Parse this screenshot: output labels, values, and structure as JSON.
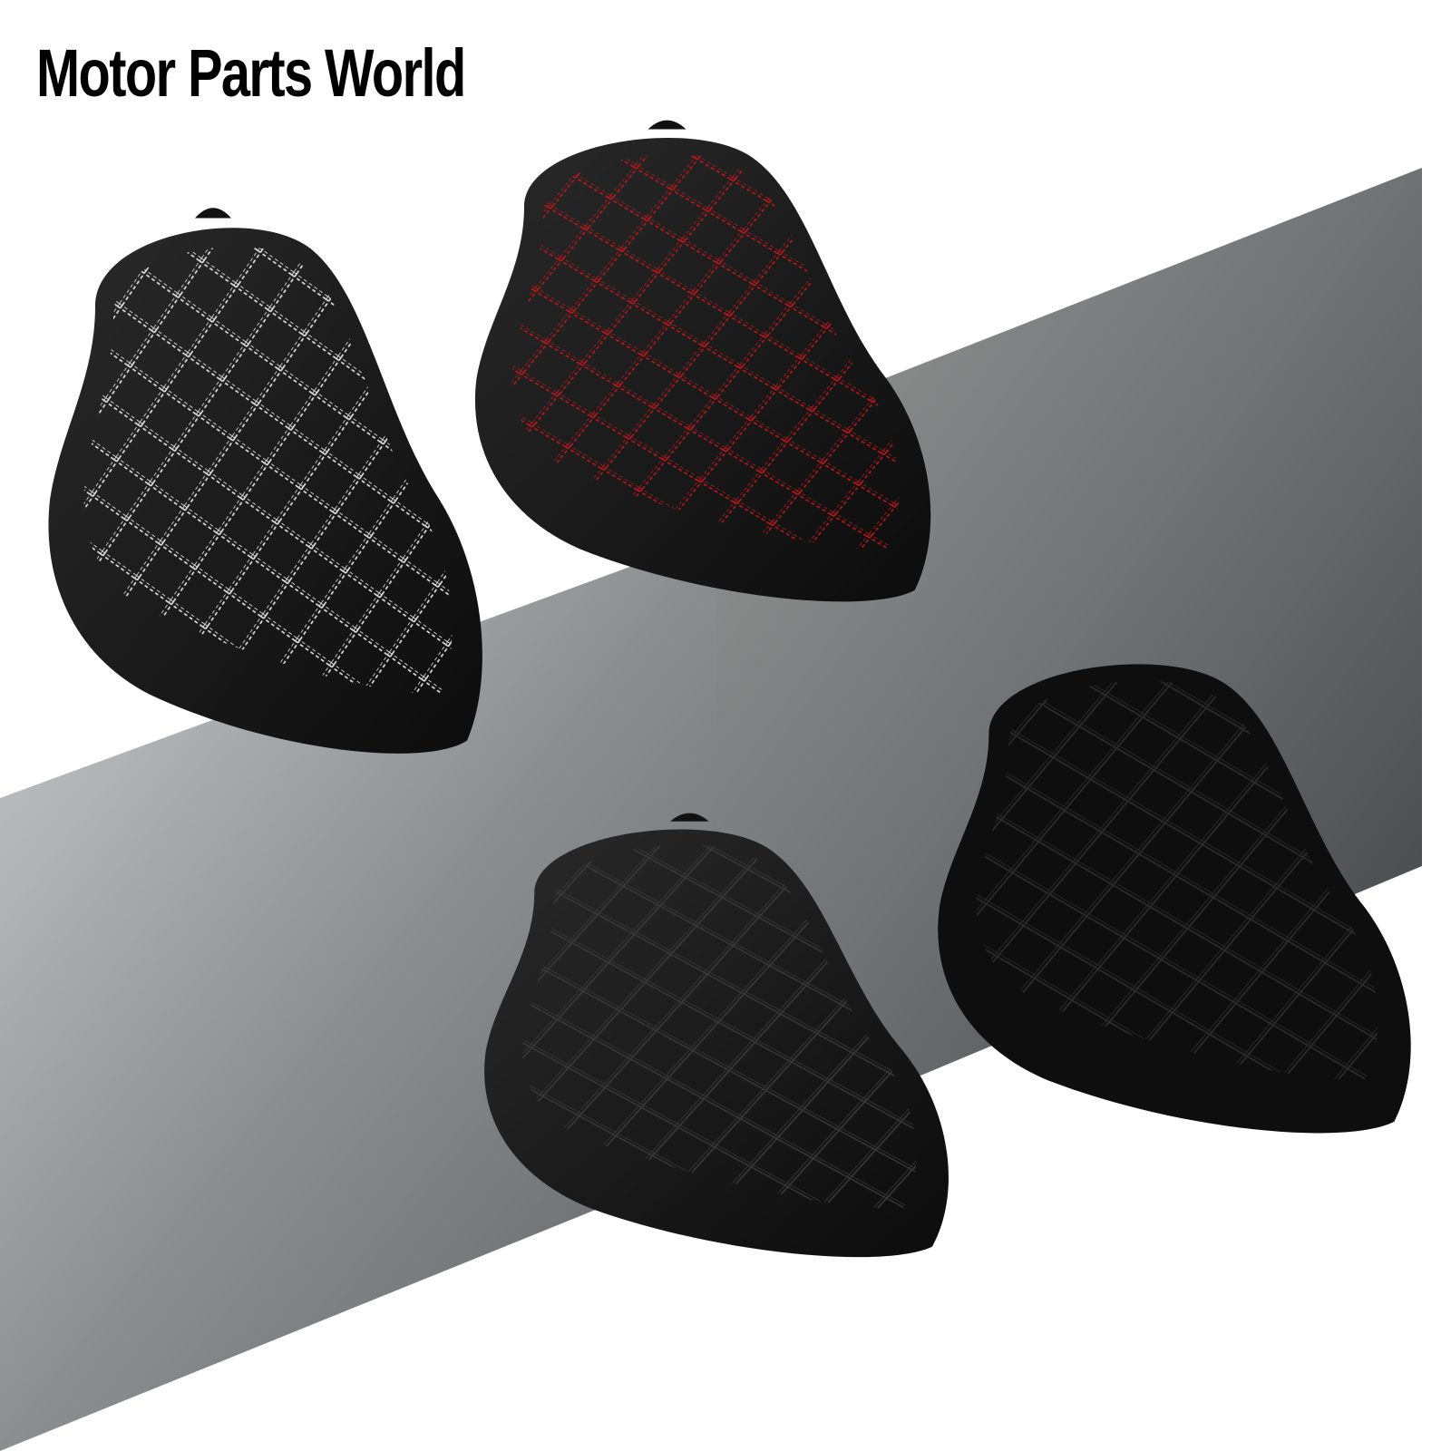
{
  "brand": {
    "title": "Motor Parts World"
  },
  "colors": {
    "background": "#ffffff",
    "seat": "#141414",
    "stitch_white": "#e8e8e8",
    "stitch_red": "#c0161b",
    "stitch_black": "#2a2a2a"
  },
  "products": [
    {
      "name": "seat-white-stitch",
      "stitch": "white"
    },
    {
      "name": "seat-red-stitch",
      "stitch": "red"
    },
    {
      "name": "seat-black-stitch",
      "stitch": "black"
    },
    {
      "name": "seat-suede",
      "stitch": "black"
    }
  ]
}
